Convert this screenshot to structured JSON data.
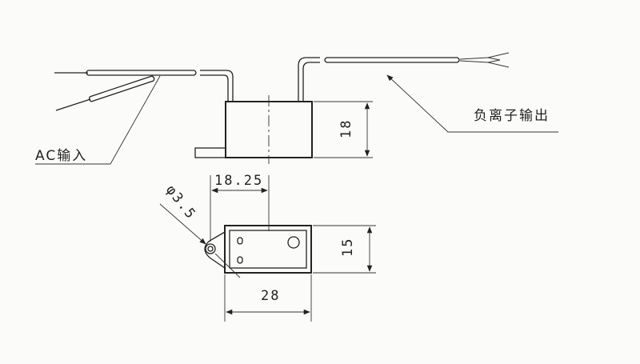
{
  "labels": {
    "ac_input": "AC输入",
    "neg_ion_output": "负离子输出"
  },
  "dimensions": {
    "height": "18",
    "hole_spacing": "18.25",
    "hole_diameter": "φ3.5",
    "width": "15",
    "length": "28"
  }
}
